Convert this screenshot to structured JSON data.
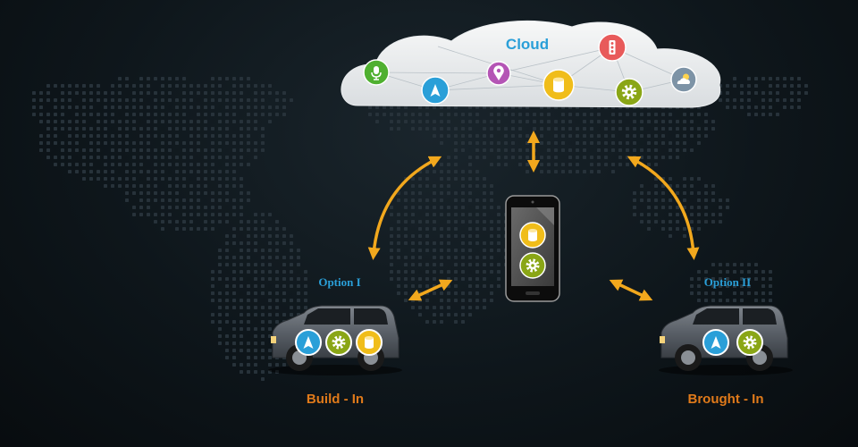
{
  "cloud": {
    "title": "Cloud",
    "icons": [
      "microphone-icon",
      "navigation-icon",
      "location-pin-icon",
      "database-icon",
      "traffic-light-icon",
      "gear-icon",
      "weather-icon"
    ]
  },
  "options": {
    "option1": {
      "label": "Option I",
      "caption": "Build - In",
      "icons": [
        "navigation-icon",
        "gear-icon",
        "database-icon"
      ]
    },
    "option2": {
      "label": "Option II",
      "caption": "Brought - In",
      "icons": [
        "navigation-icon",
        "gear-icon"
      ]
    }
  },
  "phone": {
    "icons": [
      "database-icon",
      "gear-icon"
    ]
  },
  "colors": {
    "accent_blue": "#2a9fd8",
    "arrow_orange": "#f2a81d",
    "caption_orange": "#e07a1a",
    "mic_green": "#4fb030",
    "nav_blue": "#2a9fd8",
    "pin_purple": "#b455b5",
    "db_yellow": "#f0bd1a",
    "traffic_red": "#e85a5a",
    "gear_olive": "#8aa616",
    "weather_slate": "#7d93a6",
    "map_dots": "#27323a"
  }
}
